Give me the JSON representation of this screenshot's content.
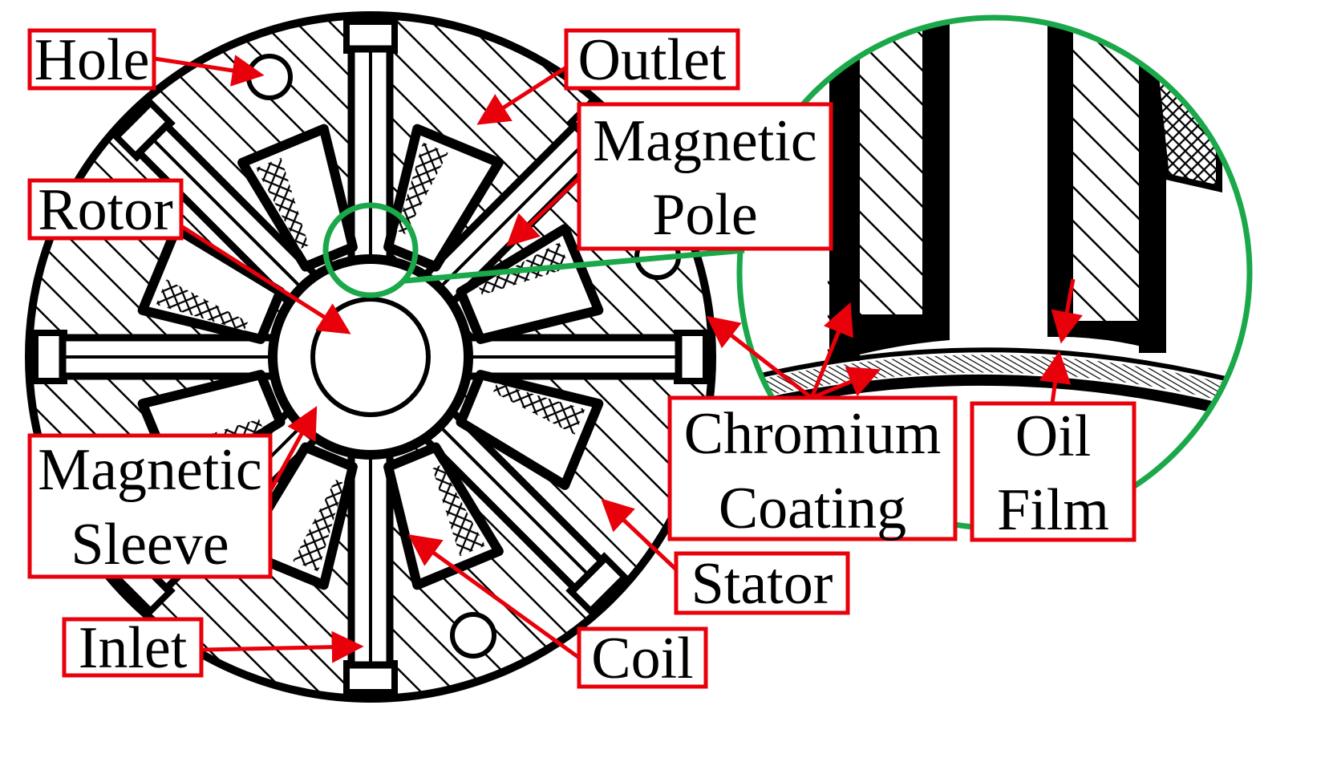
{
  "labels": {
    "hole": "Hole",
    "outlet": "Outlet",
    "magnetic_pole_line1": "Magnetic",
    "magnetic_pole_line2": "Pole",
    "rotor": "Rotor",
    "magnetic_sleeve_line1": "Magnetic",
    "magnetic_sleeve_line2": "Sleeve",
    "inlet": "Inlet",
    "chromium_coating_line1": "Chromium",
    "chromium_coating_line2": "Coating",
    "oil_film_line1": "Oil",
    "oil_film_line2": "Film",
    "stator": "Stator",
    "coil": "Coil"
  },
  "colors": {
    "label_border": "#e8000b",
    "arrow": "#e8000b",
    "detail_circle": "#1aa84a",
    "drawing": "#000000",
    "background": "#ffffff"
  }
}
